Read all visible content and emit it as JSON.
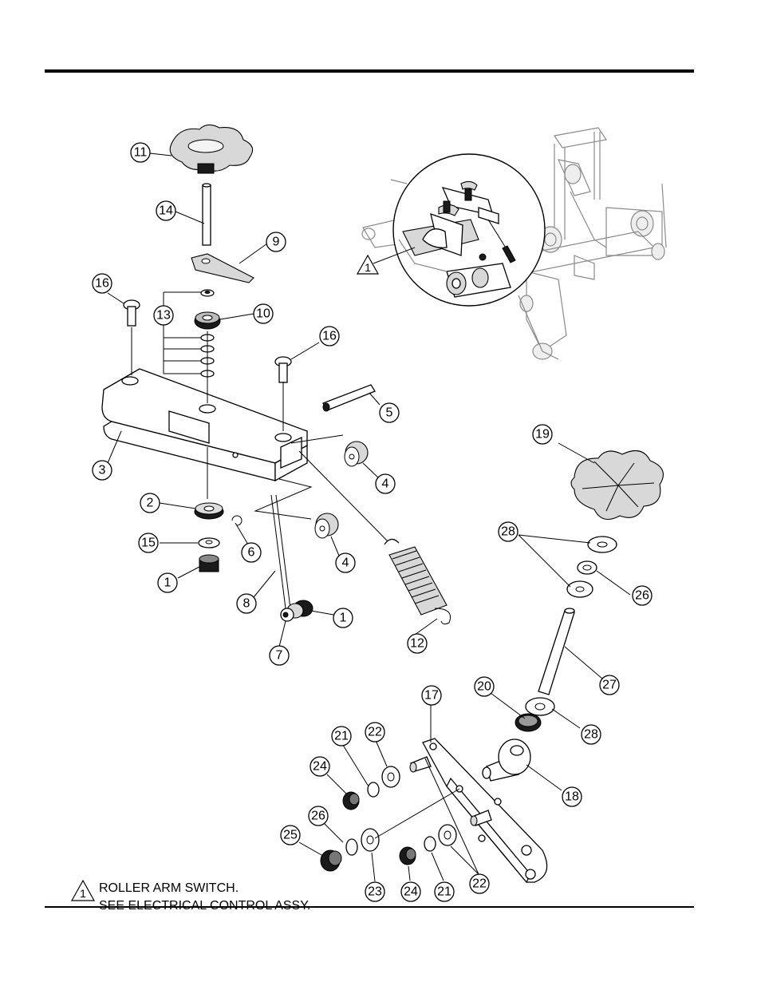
{
  "callouts": [
    {
      "label": "11"
    },
    {
      "label": "14"
    },
    {
      "label": "9"
    },
    {
      "label": "16"
    },
    {
      "label": "13"
    },
    {
      "label": "10"
    },
    {
      "label": "16"
    },
    {
      "label": "5"
    },
    {
      "label": "3"
    },
    {
      "label": "4"
    },
    {
      "label": "2"
    },
    {
      "label": "15"
    },
    {
      "label": "6"
    },
    {
      "label": "4"
    },
    {
      "label": "1"
    },
    {
      "label": "8"
    },
    {
      "label": "1"
    },
    {
      "label": "12"
    },
    {
      "label": "7"
    },
    {
      "label": "19"
    },
    {
      "label": "28"
    },
    {
      "label": "26"
    },
    {
      "label": "27"
    },
    {
      "label": "17"
    },
    {
      "label": "20"
    },
    {
      "label": "28"
    },
    {
      "label": "21"
    },
    {
      "label": "22"
    },
    {
      "label": "24"
    },
    {
      "label": "18"
    },
    {
      "label": "26"
    },
    {
      "label": "25"
    },
    {
      "label": "23"
    },
    {
      "label": "24"
    },
    {
      "label": "21"
    },
    {
      "label": "22"
    }
  ],
  "inset_marker": "1",
  "note": {
    "marker": "1",
    "line1": "ROLLER ARM SWITCH.",
    "line2": "SEE ELECTRICAL CONTROL ASSY."
  }
}
